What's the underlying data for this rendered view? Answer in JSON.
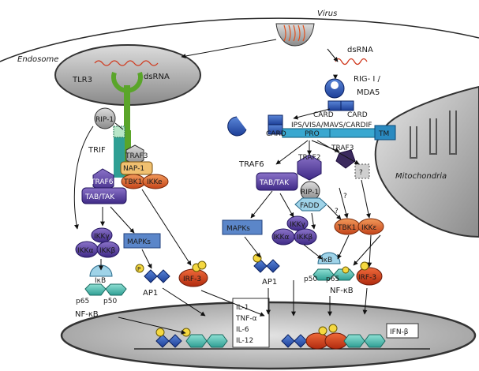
{
  "cell": {
    "virus": "Virus",
    "endosome": "Endosome",
    "mitochondria": "Mitochondria"
  },
  "endosome_pathway": {
    "tlr3": "TLR3",
    "dsrna": "dsRNA",
    "rip1": "RIP-1",
    "trif": "TRIF",
    "traf3": "TRAF3",
    "nap1": "NAP-1",
    "tbk1": "TBK1",
    "ikke": "IKKe",
    "traf6": "TRAF6",
    "tabtak": "TAB/TAK",
    "ikkg": "IKKγ",
    "ikka": "IKKα",
    "ikkb": "IKKβ",
    "mapks": "MAPKs",
    "ikb": "IκB",
    "p65": "p65",
    "p50": "p50",
    "nfkb": "NF-κB",
    "ap1": "AP1",
    "irf3": "IRF-3",
    "p": "P"
  },
  "cytosolic_pathway": {
    "dsrna": "dsRNA",
    "rigi": "RIG- I /",
    "mda5": "MDA5",
    "card1": "CARD",
    "card2": "CARD",
    "card3": "CARD",
    "ips": "IPS/VISA/MAVS/CARDIF",
    "pro": "PRO",
    "tm": "TM",
    "traf2": "TRAF2",
    "traf3": "TRAF3",
    "unknown": "?",
    "traf6": "TRAF6",
    "tabtak": "TAB/TAK",
    "rip1": "RIP-1",
    "fadd": "FADD",
    "q1": "?",
    "q2": "?",
    "mapks": "MAPKs",
    "ikkg": "IKKγ",
    "ikka": "IKKα",
    "ikkb": "IKKβ",
    "tbk1": "TBK1",
    "ikke": "IKKε",
    "ap1": "AP1",
    "ikb": "IκB",
    "p50": "p50",
    "p65": "p65",
    "nfkb": "NF-κB",
    "irf3": "IRF-3"
  },
  "nucleus": {
    "cytokines": [
      "IL-1",
      "TNF-α",
      "IL-6",
      "IL-12"
    ],
    "ifnb": "IFN-β"
  }
}
